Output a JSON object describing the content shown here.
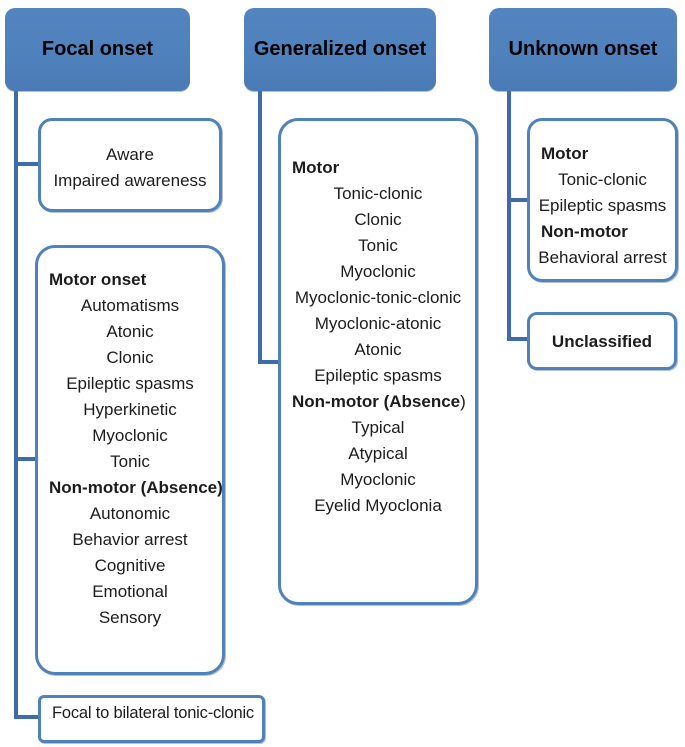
{
  "colors": {
    "header_fill": "#4f81bd",
    "box_border": "#4f81bd",
    "connector_line": "#3e6ca8",
    "box_fill": "#ffffff",
    "text": "#000000"
  },
  "columns": [
    {
      "header": "Focal onset",
      "boxes": [
        {
          "name": "focal-awareness",
          "items": [
            {
              "text": "Aware",
              "bold": false,
              "align": "center"
            },
            {
              "text": "Impaired awareness",
              "bold": false,
              "align": "center"
            }
          ]
        },
        {
          "name": "focal-seizure-types",
          "items": [
            {
              "text": "Motor onset",
              "bold": true,
              "align": "left"
            },
            {
              "text": "Automatisms",
              "bold": false,
              "align": "center"
            },
            {
              "text": "Atonic",
              "bold": false,
              "align": "center"
            },
            {
              "text": "Clonic",
              "bold": false,
              "align": "center"
            },
            {
              "text": "Epileptic spasms",
              "bold": false,
              "align": "center"
            },
            {
              "text": "Hyperkinetic",
              "bold": false,
              "align": "center"
            },
            {
              "text": "Myoclonic",
              "bold": false,
              "align": "center"
            },
            {
              "text": "Tonic",
              "bold": false,
              "align": "center"
            },
            {
              "text": "Non-motor (Absence)",
              "bold": true,
              "align": "left"
            },
            {
              "text": "Autonomic",
              "bold": false,
              "align": "center"
            },
            {
              "text": "Behavior arrest",
              "bold": false,
              "align": "center"
            },
            {
              "text": "Cognitive",
              "bold": false,
              "align": "center"
            },
            {
              "text": "Emotional",
              "bold": false,
              "align": "center"
            },
            {
              "text": "Sensory",
              "bold": false,
              "align": "center"
            }
          ]
        },
        {
          "name": "focal-to-bilateral",
          "items": [
            {
              "text": "Focal to bilateral tonic-clonic",
              "bold": false,
              "align": "left"
            }
          ]
        }
      ]
    },
    {
      "header": "Generalized onset",
      "boxes": [
        {
          "name": "generalized-seizure-types",
          "items": [
            {
              "text": "Motor",
              "bold": true,
              "align": "left"
            },
            {
              "text": "Tonic-clonic",
              "bold": false,
              "align": "center"
            },
            {
              "text": "Clonic",
              "bold": false,
              "align": "center"
            },
            {
              "text": "Tonic",
              "bold": false,
              "align": "center"
            },
            {
              "text": "Myoclonic",
              "bold": false,
              "align": "center"
            },
            {
              "text": "Myoclonic-tonic-clonic",
              "bold": false,
              "align": "center"
            },
            {
              "text": "Myoclonic-atonic",
              "bold": false,
              "align": "center"
            },
            {
              "text": "Atonic",
              "bold": false,
              "align": "center"
            },
            {
              "text": "Epileptic spasms",
              "bold": false,
              "align": "center"
            },
            {
              "text": "Non-motor (Absence",
              "bold": true,
              "align": "left",
              "suffix": ")"
            },
            {
              "text": "Typical",
              "bold": false,
              "align": "center"
            },
            {
              "text": "Atypical",
              "bold": false,
              "align": "center"
            },
            {
              "text": "Myoclonic",
              "bold": false,
              "align": "center"
            },
            {
              "text": "Eyelid Myoclonia",
              "bold": false,
              "align": "center"
            }
          ]
        }
      ]
    },
    {
      "header": "Unknown onset",
      "boxes": [
        {
          "name": "unknown-seizure-types",
          "items": [
            {
              "text": "Motor",
              "bold": true,
              "align": "left"
            },
            {
              "text": "Tonic-clonic",
              "bold": false,
              "align": "center"
            },
            {
              "text": "Epileptic spasms",
              "bold": false,
              "align": "center"
            },
            {
              "text": "Non-motor",
              "bold": true,
              "align": "left"
            },
            {
              "text": "Behavioral arrest",
              "bold": false,
              "align": "center"
            }
          ]
        },
        {
          "name": "unclassified",
          "items": [
            {
              "text": "Unclassified",
              "bold": true,
              "align": "center"
            }
          ]
        }
      ]
    }
  ]
}
